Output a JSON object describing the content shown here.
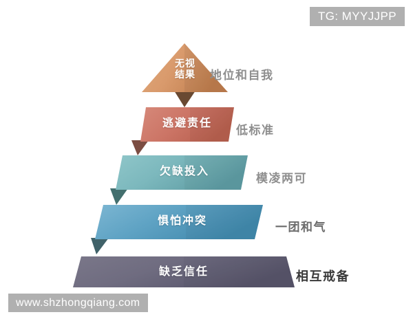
{
  "watermarks": {
    "top_right": "TG: MYYJJPP",
    "bottom_left": "www.shzhongqiang.com"
  },
  "diagram": {
    "type": "pyramid",
    "orientation": "top-to-bottom",
    "tier_count": 5,
    "background_color": "#ffffff",
    "tiers": [
      {
        "index": 1,
        "shape": "triangle",
        "label": "无视\n结果",
        "label_line1": "无视",
        "label_line2": "结果",
        "side_label": "地位和自我",
        "fill": "#D99A6C",
        "fill_dark": "#C07E4E",
        "fold_color": "#6B4226"
      },
      {
        "index": 2,
        "shape": "trapezoid",
        "label": "逃避责任",
        "side_label": "低标准",
        "fill": "#CC7566",
        "fill_dark": "#B35B4C",
        "fold_color": "#6E3A2E"
      },
      {
        "index": 3,
        "shape": "trapezoid",
        "label": "欠缺投入",
        "side_label": "模凌两可",
        "fill": "#7CB8BD",
        "fill_dark": "#5E9CA3",
        "fold_color": "#2F5F5E"
      },
      {
        "index": 4,
        "shape": "trapezoid",
        "label": "惧怕冲突",
        "side_label": "一团和气",
        "fill": "#5FA3C4",
        "fill_dark": "#3F85AA",
        "fold_color": "#2B5159"
      },
      {
        "index": 5,
        "shape": "trapezoid",
        "label": "缺乏信任",
        "side_label": "相互戒备",
        "fill": "#6F6C80",
        "fill_dark": "#565365",
        "fold_color": "#3A3848"
      }
    ]
  }
}
